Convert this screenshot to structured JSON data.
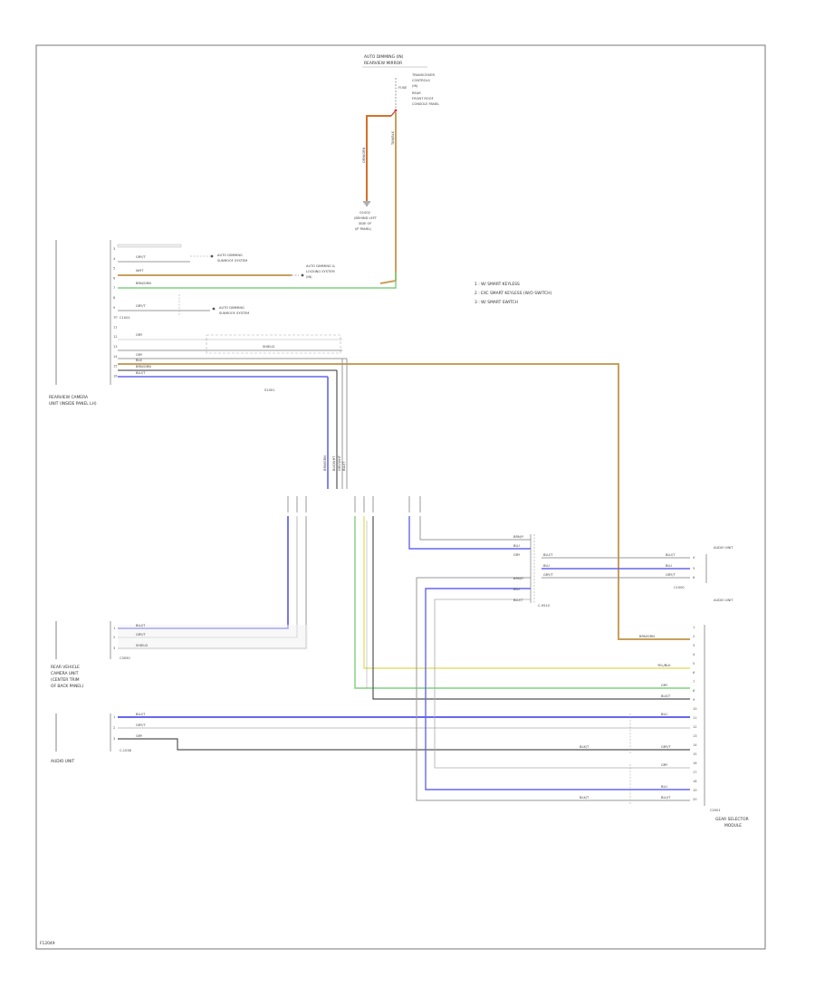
{
  "colors": {
    "frame": "#666666",
    "wire_tan": "#c8a05a",
    "wire_orange": "#d4702a",
    "wire_green": "#7ed07e",
    "wire_blue": "#6666ee",
    "wire_gray": "#999999",
    "wire_black": "#333333",
    "wire_yellow": "#e0e070",
    "wire_red": "#cc3333"
  },
  "top": {
    "title_lines": [
      "AUTO DIMMING (IN)",
      "REARVIEW MIRROR"
    ],
    "side_lines": [
      "TRANSCEIVER",
      "CONTROLS",
      "(IN)",
      "REAR",
      "FRONT ROOF",
      "CONSOLE PANEL"
    ],
    "fuse_label": "FUSE",
    "wire_a": "ORN/GRN",
    "wire_b": "TAN/BLK",
    "ground_lines": [
      "G1002",
      "(BEHIND LEFT",
      "SIDE OF",
      "I/P PANEL)"
    ]
  },
  "notes": [
    "1 : W/ SMART KEYLESS",
    "2 : EXC SMART KEYLESS (W/O SWITCH)",
    "3 : W/ SMART SWITCH"
  ],
  "left_module": {
    "caption_lines": [
      "REARVIEW CAMERA",
      "UNIT (INSIDE PANEL LH)"
    ],
    "pins": [
      "3",
      "4",
      "5",
      "6",
      "7",
      "8",
      "9",
      "10",
      "11",
      "12",
      "13",
      "14",
      "15",
      "16"
    ],
    "connector": "C1001",
    "callout_a": [
      "AUTO DIMMING",
      "SUNROOF SYSTEM"
    ],
    "callout_b": [
      "AUTO DIMMING &",
      "LOCKING SYSTEM",
      "(IN)"
    ],
    "callout_c": [
      "AUTO DIMMING",
      "SUNROOF SYSTEM"
    ],
    "wire_labels": [
      "GRY/T",
      "WHT",
      "BRN/GRN",
      "GRY/T",
      "GRY",
      "GRY",
      "BLK",
      "BRN/GRN",
      "BLU/T"
    ],
    "splice": "S1001",
    "shield": "SHIELD"
  },
  "mid": {
    "vertical_wire_labels": [
      "BRN/GRN",
      "BLK/WHT",
      "GRY/WHT",
      "BLU/T"
    ]
  },
  "camera": {
    "caption_lines": [
      "REAR VEHICLE",
      "CAMERA UNIT",
      "(CENTER TRIM",
      "OF BACK PANEL)"
    ],
    "pins": [
      "1",
      "2",
      "3"
    ],
    "wire_labels": [
      "BLU/T",
      "GRY/T",
      "SHIELD"
    ],
    "connector": "C3050"
  },
  "audio": {
    "caption": "AUDIO UNIT",
    "pins": [
      "1",
      "2",
      "3"
    ],
    "wire_labels": [
      "BLU/T",
      "GRY/T",
      "GRY"
    ],
    "connector": "C-1038"
  },
  "junction": {
    "in_labels": [
      "BRN/Y",
      "BLU",
      "GRY"
    ],
    "out_labels": [
      "BLU/T",
      "BLU",
      "GRY/T"
    ],
    "lower_labels": [
      "BRN/Y",
      "BLU",
      "BLU/T"
    ],
    "connector": "C-9510"
  },
  "right_top": {
    "caption_top": "AUDIO UNIT",
    "caption": "AUDIO UNIT",
    "wire_labels": [
      "BLU/T",
      "BLU",
      "GRY/T"
    ],
    "pins": [
      "4",
      "5",
      "6"
    ],
    "connector": "C1000"
  },
  "right_module": {
    "caption_lines": [
      "GEAR SELECTOR",
      "MODULE"
    ],
    "pins": [
      "1",
      "2",
      "3",
      "4",
      "5",
      "6",
      "7",
      "8",
      "9",
      "10",
      "11",
      "12",
      "13",
      "14",
      "15",
      "16",
      "17",
      "18",
      "19",
      "20"
    ],
    "wire_labels": [
      "BRN/GRN",
      "YEL/BLK",
      "GRY",
      "BLK/T",
      "BLU",
      "GRY/T",
      "GRY",
      "BLU",
      "BLU/T"
    ],
    "connector": "C2001",
    "mid_labels": [
      "BLK/T",
      "BLK/T"
    ]
  },
  "page_code": "F12049"
}
